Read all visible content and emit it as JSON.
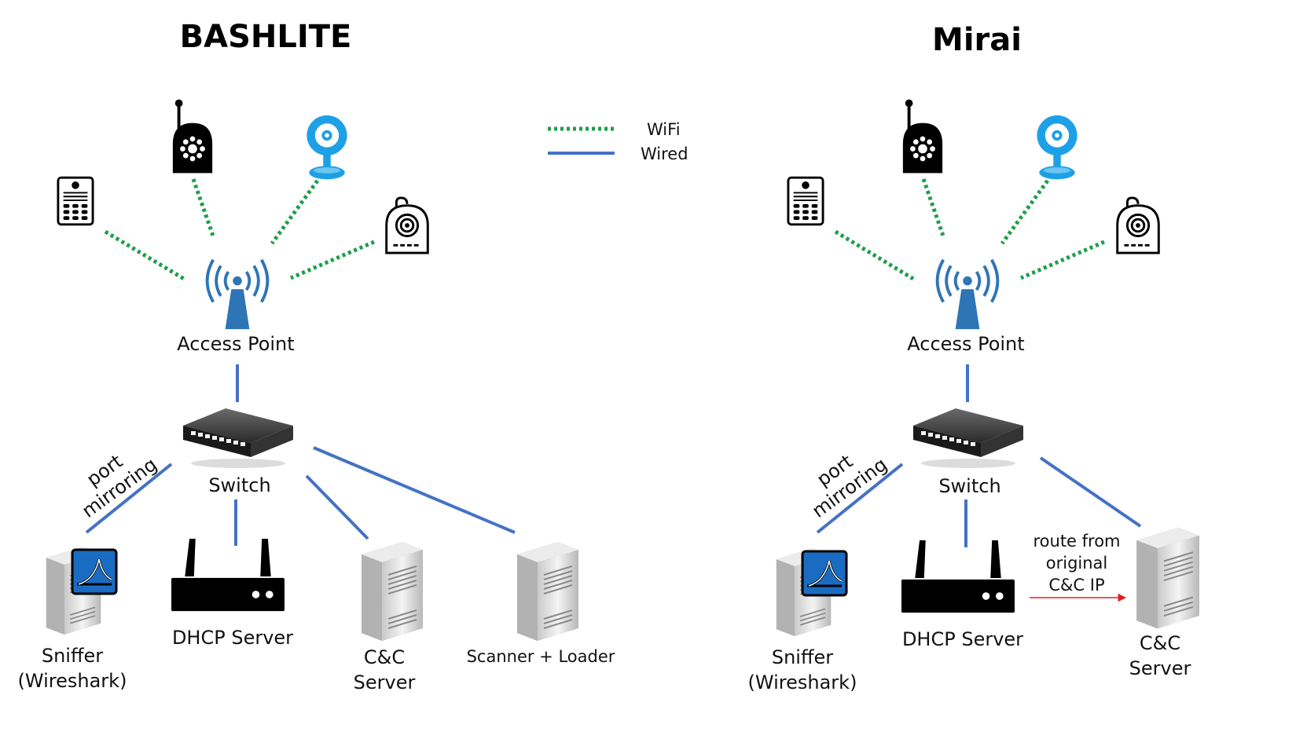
{
  "titles": {
    "left": "BASHLITE",
    "right": "Mirai"
  },
  "legend": {
    "wifi": "WiFi",
    "wired": "Wired"
  },
  "colors": {
    "wifi": "#1e9e4a",
    "wired": "#4472c4",
    "ap_icon": "#2e75b6",
    "camera": "#1ea0e6",
    "route_arrow": "#e02020"
  },
  "bashlite": {
    "access_point": "Access Point",
    "switch": "Switch",
    "port_mirroring_1": "port",
    "port_mirroring_2": "mirroring",
    "sniffer_1": "Sniffer",
    "sniffer_2": "(Wireshark)",
    "dhcp": "DHCP Server",
    "cc_1": "C&C",
    "cc_2": "Server",
    "scanner": "Scanner + Loader"
  },
  "mirai": {
    "access_point": "Access Point",
    "switch": "Switch",
    "port_mirroring_1": "port",
    "port_mirroring_2": "mirroring",
    "sniffer_1": "Sniffer",
    "sniffer_2": "(Wireshark)",
    "dhcp": "DHCP Server",
    "route_1": "route from",
    "route_2": "original",
    "route_3": "C&C IP",
    "cc_1": "C&C",
    "cc_2": "Server"
  },
  "icons": [
    "doorbell-icon",
    "baby-monitor-icon",
    "ip-camera-icon",
    "webcam-icon",
    "access-point-icon",
    "switch-icon",
    "server-icon",
    "wireshark-icon",
    "router-icon"
  ]
}
